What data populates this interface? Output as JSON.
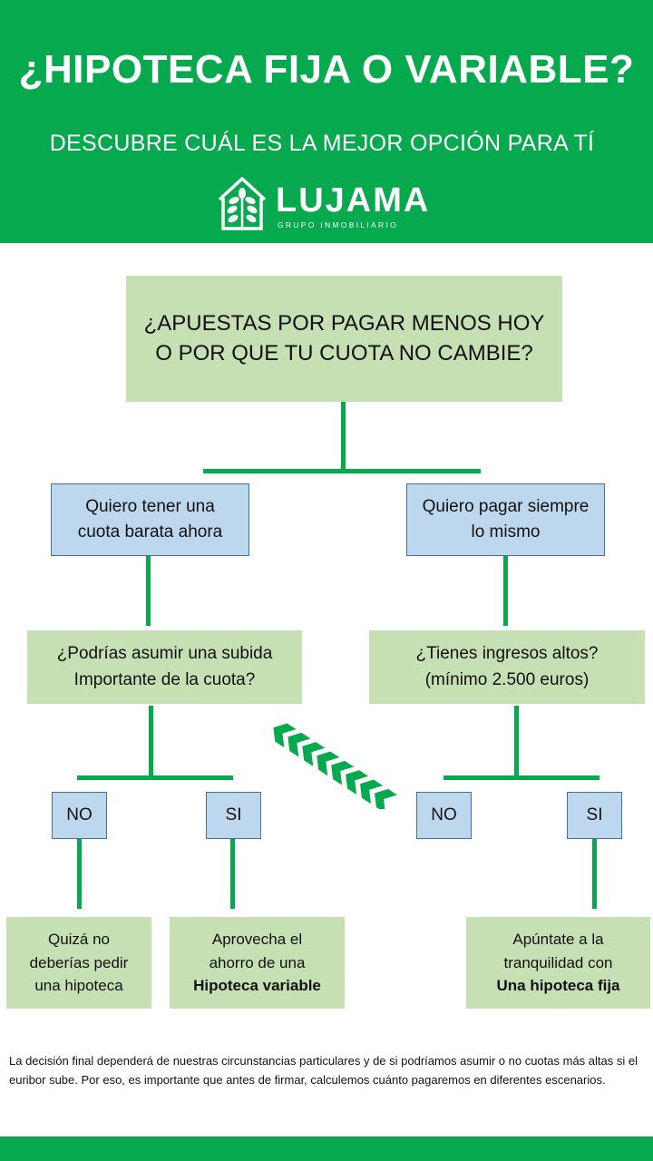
{
  "header": {
    "title": "¿HIPOTECA FIJA O VARIABLE?",
    "subtitle": "DESCUBRE CUÁL ES LA MEJOR OPCIÓN PARA TÍ",
    "logo_name": "LUJAMA",
    "logo_tagline": "GRUPO INMOBILIARIO"
  },
  "diagram": {
    "question": [
      "¿APUESTAS POR PAGAR MENOS HOY",
      "O POR QUE TU CUOTA NO CAMBIE?"
    ],
    "left_option": [
      "Quiero tener una",
      "cuota barata ahora"
    ],
    "right_option": [
      "Quiero pagar siempre",
      "lo mismo"
    ],
    "left_question": [
      "¿Podrías asumir una subida",
      "Importante de la cuota?"
    ],
    "right_question": [
      "¿Tienes ingresos altos?",
      "(mínimo 2.500 euros)"
    ],
    "answers": {
      "left_no": "NO",
      "left_si": "SI",
      "right_no": "NO",
      "right_si": "SI"
    },
    "outcome_no": [
      "Quizá no",
      "deberías pedir",
      "una hipoteca"
    ],
    "outcome_variable": [
      "Aprovecha el",
      "ahorro de una",
      "Hipoteca variable"
    ],
    "outcome_fija": [
      "Apúntate a la",
      "tranquilidad con",
      "Una hipoteca fija"
    ]
  },
  "footer": {
    "note": "La decisión final dependerá de nuestras circunstancias particulares y de si podríamos asumir o no cuotas más altas si el euribor sube. Por eso, es importante que antes de firmar, calculemos cuánto pagaremos en diferentes escenarios."
  },
  "colors": {
    "brand_green": "#06a94d",
    "box_green": "#c6e0b4",
    "box_blue": "#bdd7ee"
  },
  "icons": [
    "house-tree-logo-icon",
    "chevron-arrow-icon"
  ]
}
